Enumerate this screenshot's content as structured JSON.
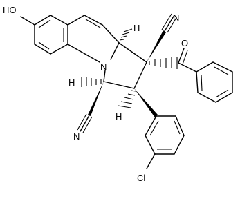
{
  "diagram": {
    "type": "chemical-structure",
    "labels": {
      "hydroxyl": "HO",
      "nitrogen": "N",
      "nitrile_top": "N",
      "nitrile_bottom": "N",
      "oxygen": "O",
      "chlorine": "Cl",
      "h_top": "H",
      "h_left": "H",
      "h_bottom": "H"
    }
  }
}
